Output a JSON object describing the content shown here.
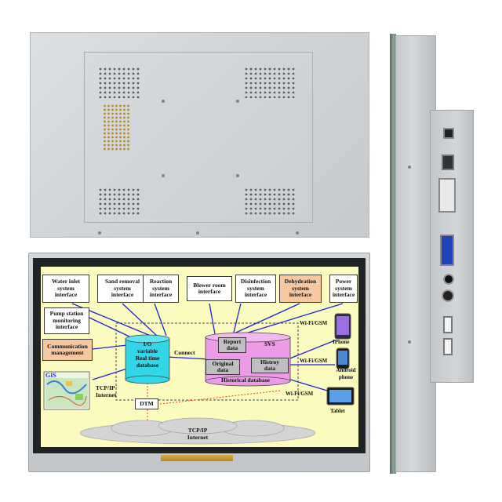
{
  "diagram": {
    "top_row": [
      {
        "id": "water",
        "label": "Water inlet\nsystem\ninterface"
      },
      {
        "id": "sand",
        "label": "Sand removal\nsystem\ninterface"
      },
      {
        "id": "reaction",
        "label": "Reaction\nsystem\ninterface"
      },
      {
        "id": "blower",
        "label": "Blower room\ninterface"
      },
      {
        "id": "disinfection",
        "label": "Disinfection\nsystem\ninterface"
      },
      {
        "id": "dehydration",
        "label": "Dehydration\nsystem\ninterface"
      },
      {
        "id": "power",
        "label": "Power\nsystem\ninterface"
      }
    ],
    "pump_label": "Pump station\nmonitoring\ninterface",
    "comm_label": "Communication\nmanagement",
    "gis_label": "GIS",
    "io_label": "I/O\nvariable\nReal time\ndatabase",
    "connect_label": "Connect",
    "report_label": "Report\ndata",
    "svs_label": "SVS",
    "original_label": "Original\ndata",
    "history_label": "Histroy\ndata",
    "historical_db_label": "Historical database",
    "tcp_left_label": "TCP/IP\nInternet",
    "dtm_label": "DTM",
    "cloud_label": "TCP/IP\nInternet",
    "wifi_labels": [
      "Wi-Fi/GSM",
      "Wi-Fi/GSM",
      "Wi-Fi/GSM"
    ],
    "devices": {
      "iphone": "IPhone",
      "android": "Android\nphone",
      "tablet": "Tablet"
    },
    "colors": {
      "screen_bg": "#fbfbc0",
      "cylinder_io": "#33d6e6",
      "cylinder_db": "#ec9ce6",
      "orange_box": "#f7c7a2",
      "line_blue": "#1f23d8",
      "dtm_red": "#e04020"
    }
  }
}
